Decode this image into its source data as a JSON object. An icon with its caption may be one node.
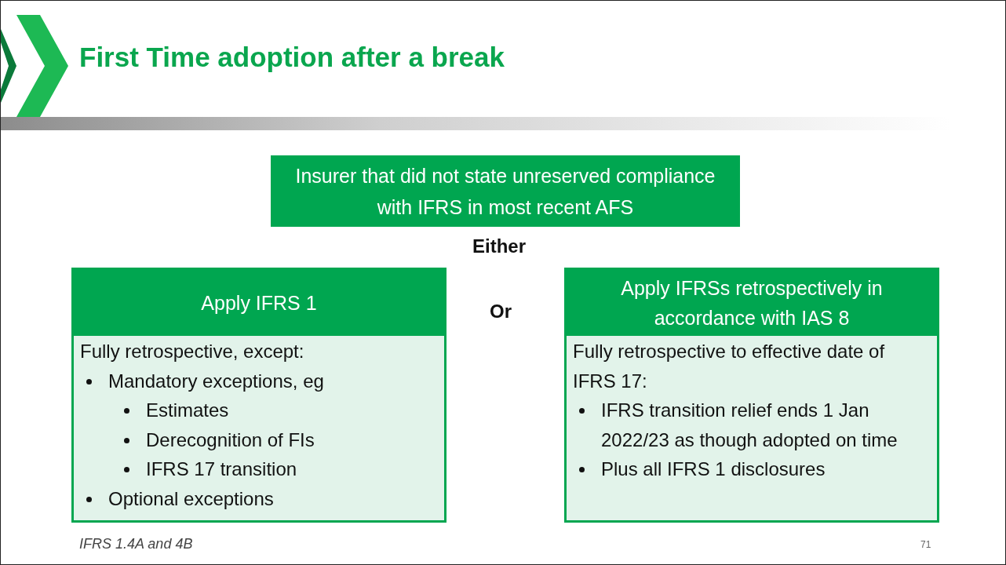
{
  "diagram": {
    "title": "First Time adoption after a break",
    "nodes": [
      {
        "text": [
          "Insurer that did not state unreserved compliance with IFRS in most recent AFS"
        ]
      },
      {
        "text": [
          "Apply IFRS 1",
          "Fully retrospective, except:",
          "Mandatory exceptions, eg",
          "Estimates",
          "Derecognition of FIs",
          "IFRS 17 transition",
          "Optional exceptions"
        ]
      },
      {
        "text": [
          "Apply IFRSs retrospectively in accordance with IAS 8",
          "Fully retrospective to effective date of IFRS 17:",
          "IFRS transition relief ends 1 Jan 2022/23 as though adopted on time",
          "Plus all IFRS 1 disclosures"
        ]
      }
    ],
    "labels": [
      "Either",
      "Or",
      "IFRS 1.4A and 4B",
      "71"
    ]
  }
}
